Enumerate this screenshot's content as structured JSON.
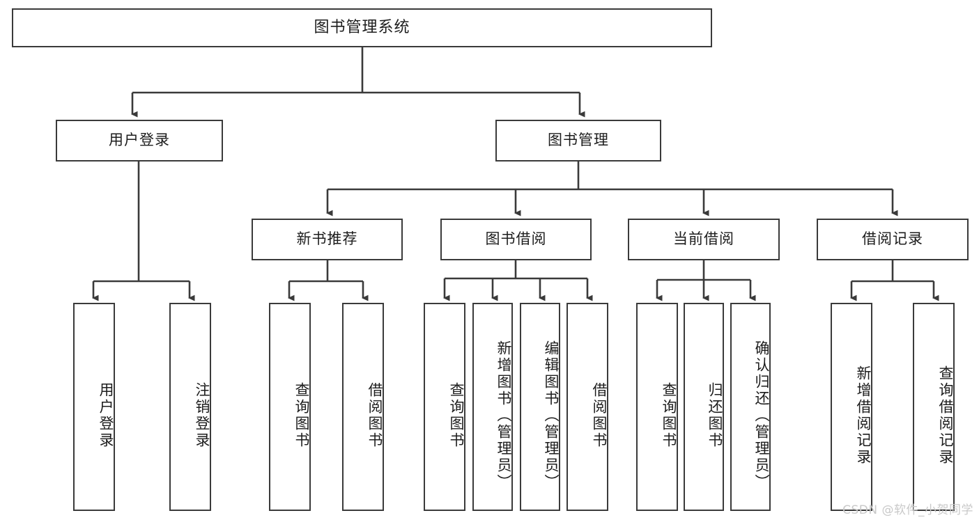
{
  "diagram": {
    "title": "图书管理系统",
    "watermark": "CSDN @软件_小贺同学",
    "root": {
      "label": "图书管理系统"
    },
    "level2": [
      {
        "label": "用户登录"
      },
      {
        "label": "图书管理"
      }
    ],
    "level3": [
      {
        "label": "新书推荐"
      },
      {
        "label": "图书借阅"
      },
      {
        "label": "当前借阅"
      },
      {
        "label": "借阅记录"
      }
    ],
    "leaves": [
      {
        "label": "用户登录"
      },
      {
        "label": "注销登录"
      },
      {
        "label": "查询图书"
      },
      {
        "label": "借阅图书"
      },
      {
        "label": "查询图书"
      },
      {
        "label": "新增图书（管理员）"
      },
      {
        "label": "编辑图书（管理员）"
      },
      {
        "label": "借阅图书"
      },
      {
        "label": "查询图书"
      },
      {
        "label": "归还图书"
      },
      {
        "label": "确认归还（管理员）"
      },
      {
        "label": "新增借阅记录"
      },
      {
        "label": "查询借阅记录"
      }
    ],
    "colors": {
      "stroke": "#3a3a3a",
      "text": "#1c1c1c",
      "background": "#ffffff",
      "watermark": "#c9c9c9"
    }
  }
}
